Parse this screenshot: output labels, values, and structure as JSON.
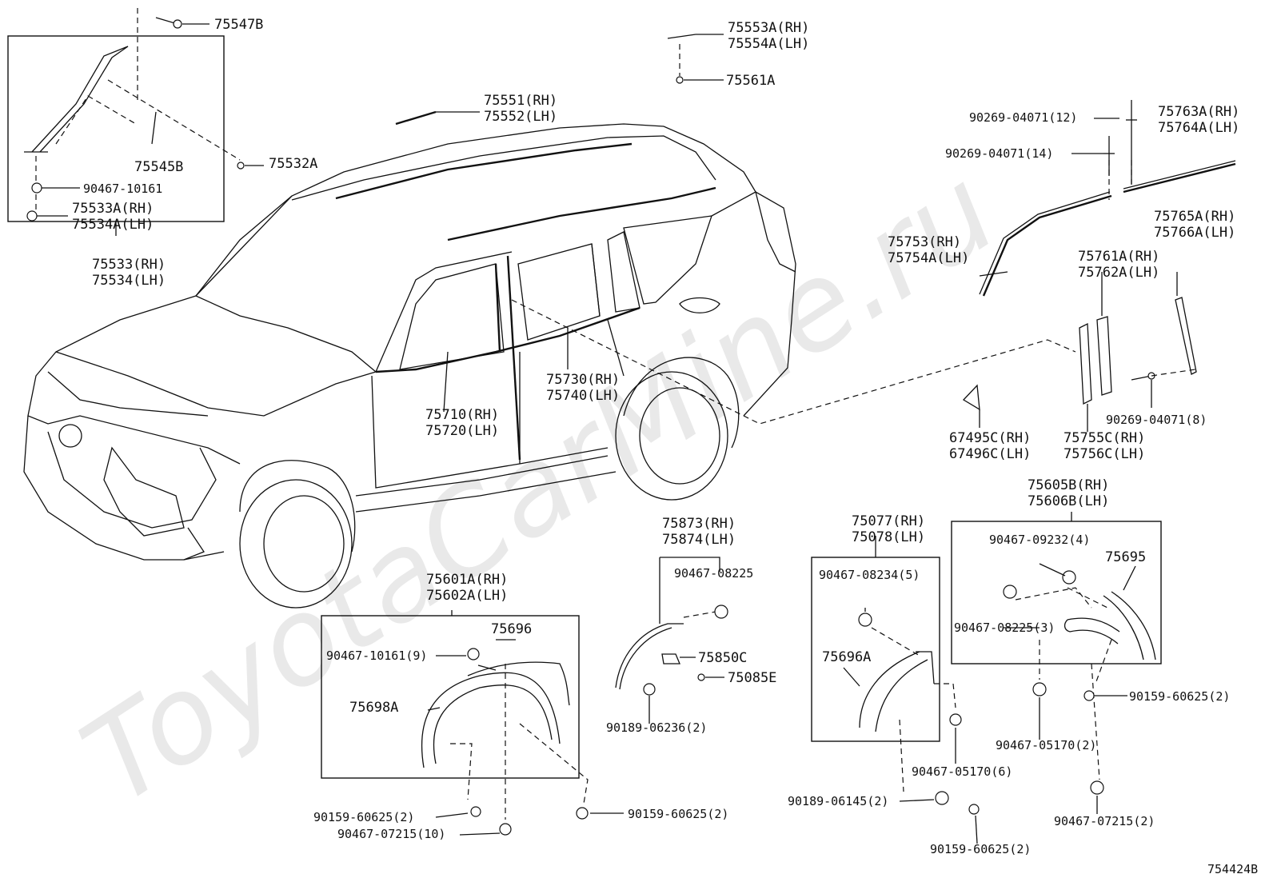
{
  "watermark": "ToyotaCarMine.ru",
  "figure_code": "754424B",
  "labels": {
    "p75547B": "75547B",
    "p75553A": "75553A(RH)",
    "p75554A": "75554A(LH)",
    "p75561A": "75561A",
    "p75551": "75551(RH)",
    "p75552": "75552(LH)",
    "p75545B": "75545B",
    "p75532A": "75532A",
    "p90467_10161": "90467-10161",
    "p75533A": "75533A(RH)",
    "p75534A": "75534A(LH)",
    "p75533": "75533(RH)",
    "p75534": "75534(LH)",
    "p90269_12": "90269-04071(12)",
    "p90269_14": "90269-04071(14)",
    "p75763A": "75763A(RH)",
    "p75764A": "75764A(LH)",
    "p75753": "75753(RH)",
    "p75754A": "75754A(LH)",
    "p75765A": "75765A(RH)",
    "p75766A": "75766A(LH)",
    "p75761A": "75761A(RH)",
    "p75762A": "75762A(LH)",
    "p90269_8": "90269-04071(8)",
    "p67495C": "67495C(RH)",
    "p67496C": "67496C(LH)",
    "p75755C": "75755C(RH)",
    "p75756C": "75756C(LH)",
    "p75730": "75730(RH)",
    "p75740": "75740(LH)",
    "p75710": "75710(RH)",
    "p75720": "75720(LH)",
    "p75605B": "75605B(RH)",
    "p75606B": "75606B(LH)",
    "p90467_09232": "90467-09232(4)",
    "p75695": "75695",
    "p90467_08225_3": "90467-08225(3)",
    "p75077": "75077(RH)",
    "p75078": "75078(LH)",
    "p90467_08234": "90467-08234(5)",
    "p75696A": "75696A",
    "p75873": "75873(RH)",
    "p75874": "75874(LH)",
    "p90467_08225": "90467-08225",
    "p75850C": "75850C",
    "p75085E": "75085E",
    "p90189_06236": "90189-06236(2)",
    "p75601A": "75601A(RH)",
    "p75602A": "75602A(LH)",
    "p75696": "75696",
    "p90467_10161_9": "90467-10161(9)",
    "p75698A": "75698A",
    "p90159_60625_a": "90159-60625(2)",
    "p90467_07215_10": "90467-07215(10)",
    "p90159_60625_b": "90159-60625(2)",
    "p90159_60625_c": "90159-60625(2)",
    "p90467_05170_2": "90467-05170(2)",
    "p90467_07215_2": "90467-07215(2)",
    "p90467_05170_6": "90467-05170(6)",
    "p90189_06145": "90189-06145(2)",
    "p90159_60625_d": "90159-60625(2)"
  }
}
